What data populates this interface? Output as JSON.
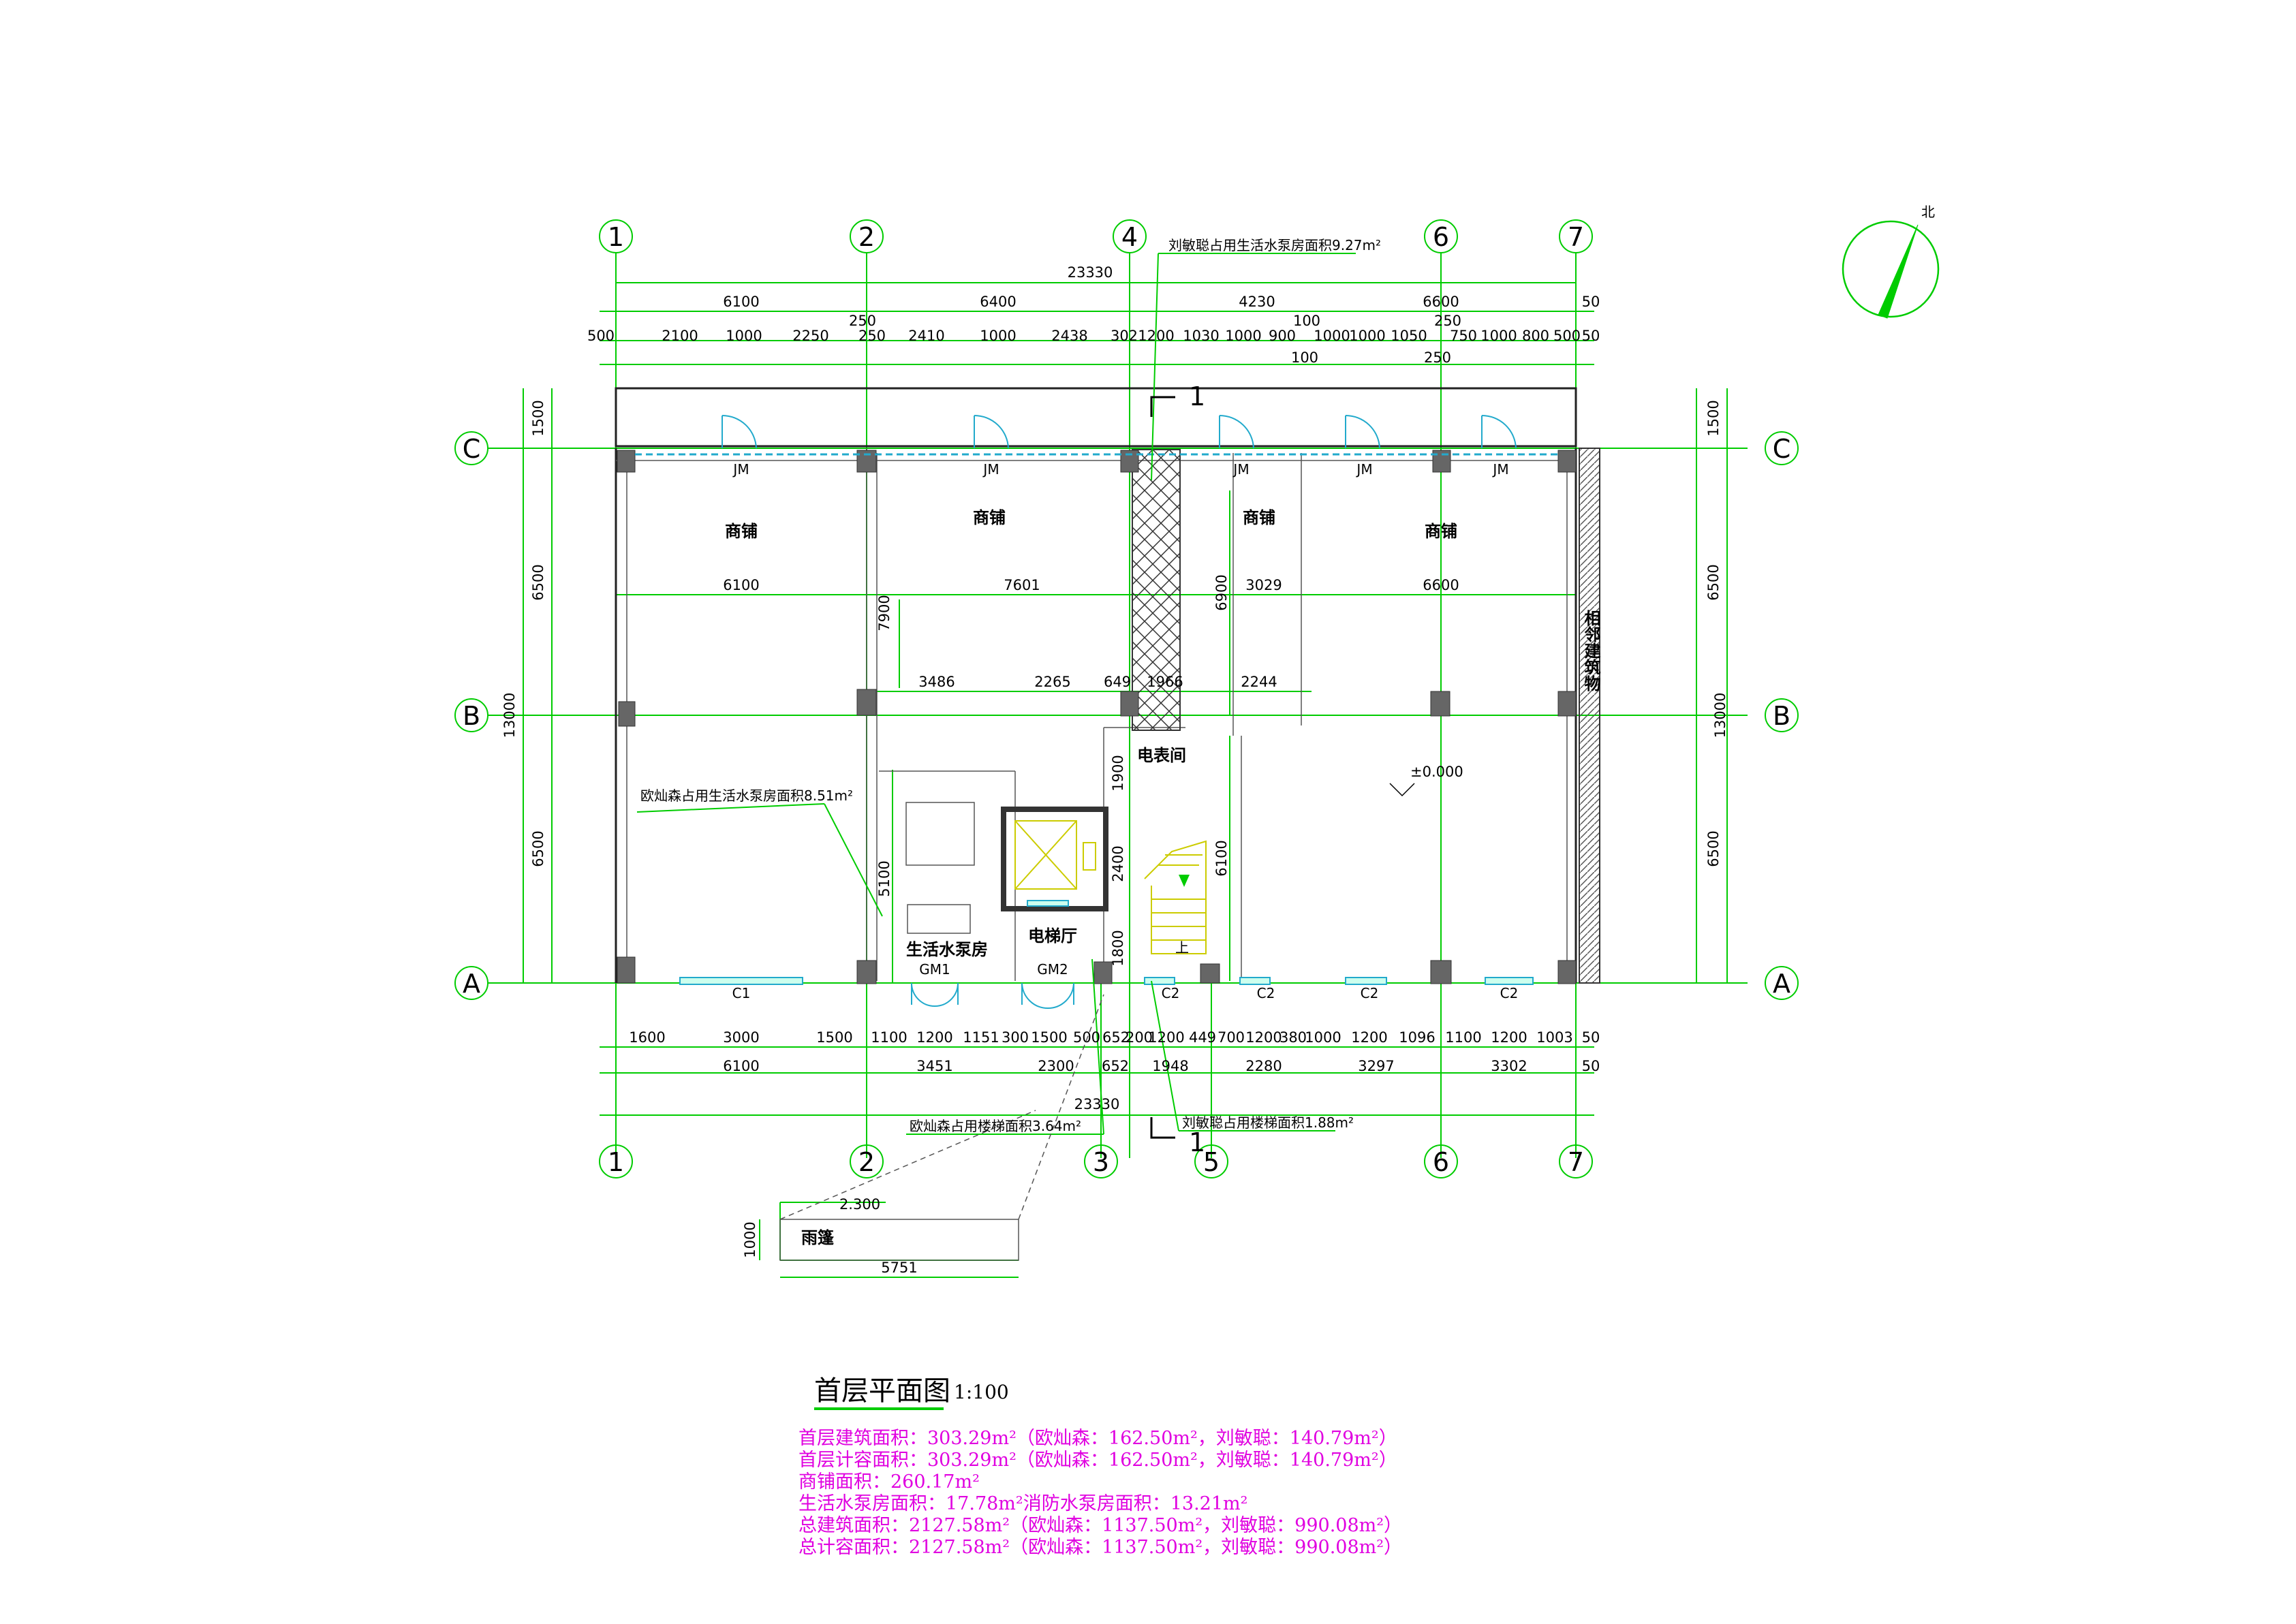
{
  "title": {
    "main": "首层平面图",
    "scale": "1:100"
  },
  "notes": [
    "首层建筑面积：303.29m²（欧灿森：162.50m²，刘敏聪：140.79m²）",
    "首层计容面积：303.29m²（欧灿森：162.50m²，刘敏聪：140.79m²）",
    "商铺面积：260.17m²",
    "生活水泵房面积：17.78m²消防水泵房面积：13.21m²",
    "总建筑面积：2127.58m²（欧灿森：1137.50m²，刘敏聪：990.08m²）",
    "总计容面积：2127.58m²（欧灿森：1137.50m²，刘敏聪：990.08m²）"
  ],
  "north_label": "北",
  "axes": {
    "top": [
      "1",
      "2",
      "4",
      "6",
      "7"
    ],
    "bottom": [
      "1",
      "2",
      "3",
      "5",
      "6",
      "7"
    ],
    "left": [
      "C",
      "B",
      "A"
    ],
    "right": [
      "C",
      "B",
      "A"
    ]
  },
  "rooms": {
    "shop1": "商铺",
    "shop2": "商铺",
    "shop3": "商铺",
    "shop4": "商铺",
    "meter_room": "电表间",
    "pump_room": "生活水泵房",
    "elevator_hall": "电梯厅",
    "adjacent": "相邻建筑物",
    "canopy": "雨篷",
    "level": "±0.000",
    "canopy_level": "2.300",
    "stair_up": "上"
  },
  "annotations": {
    "top_callout": "刘敏聪占用生活水泵房面积9.27m²",
    "left_callout": "欧灿森占用生活水泵房面积8.51m²",
    "bottom_callout_left": "欧灿森占用楼梯面积3.64m²",
    "bottom_callout_right": "刘敏聪占用楼梯面积1.88m²",
    "section_mark": "1"
  },
  "door_labels": {
    "jm": "JM",
    "gm1": "GM1",
    "gm2": "GM2"
  },
  "window_labels": {
    "c1": "C1",
    "c2": "C2"
  },
  "dims_top": {
    "total": "23330",
    "row2": [
      "6100",
      "6400",
      "4230",
      "6600",
      "50"
    ],
    "row3": [
      "500",
      "2100",
      "1000",
      "2250",
      "250",
      "2410",
      "1000",
      "2438",
      "302",
      "1200",
      "1030",
      "1000",
      "900",
      "1000",
      "1000",
      "1050",
      "750",
      "1000",
      "800",
      "500",
      "50"
    ],
    "small": [
      "250",
      "100",
      "250",
      "100",
      "250"
    ]
  },
  "dims_bottom": {
    "row1": [
      "1600",
      "3000",
      "1500",
      "1100",
      "1200",
      "1151",
      "300",
      "1500",
      "500",
      "652",
      "200",
      "1200",
      "449",
      "700",
      "1200",
      "380",
      "1000",
      "1200",
      "1096",
      "1100",
      "1200",
      "1003",
      "50"
    ],
    "row2": [
      "6100",
      "3451",
      "2300",
      "652",
      "1948",
      "2280",
      "3297",
      "3302",
      "50"
    ],
    "total": "23330"
  },
  "dims_left": {
    "outer": [
      "1500",
      "6500",
      "6500"
    ],
    "total": "13000"
  },
  "dims_right": {
    "outer": [
      "1500",
      "6500",
      "6500"
    ],
    "total": "13000"
  },
  "dims_inner": {
    "row_mid": [
      "6100",
      "7601",
      "3029",
      "6600"
    ],
    "row_b": [
      "3486",
      "2265",
      "649",
      "1966",
      "2244"
    ],
    "vert": [
      "7900",
      "6900",
      "1900",
      "2400",
      "1800",
      "5100",
      "6100"
    ],
    "canopy_w": "5751",
    "canopy_h": "1000"
  }
}
